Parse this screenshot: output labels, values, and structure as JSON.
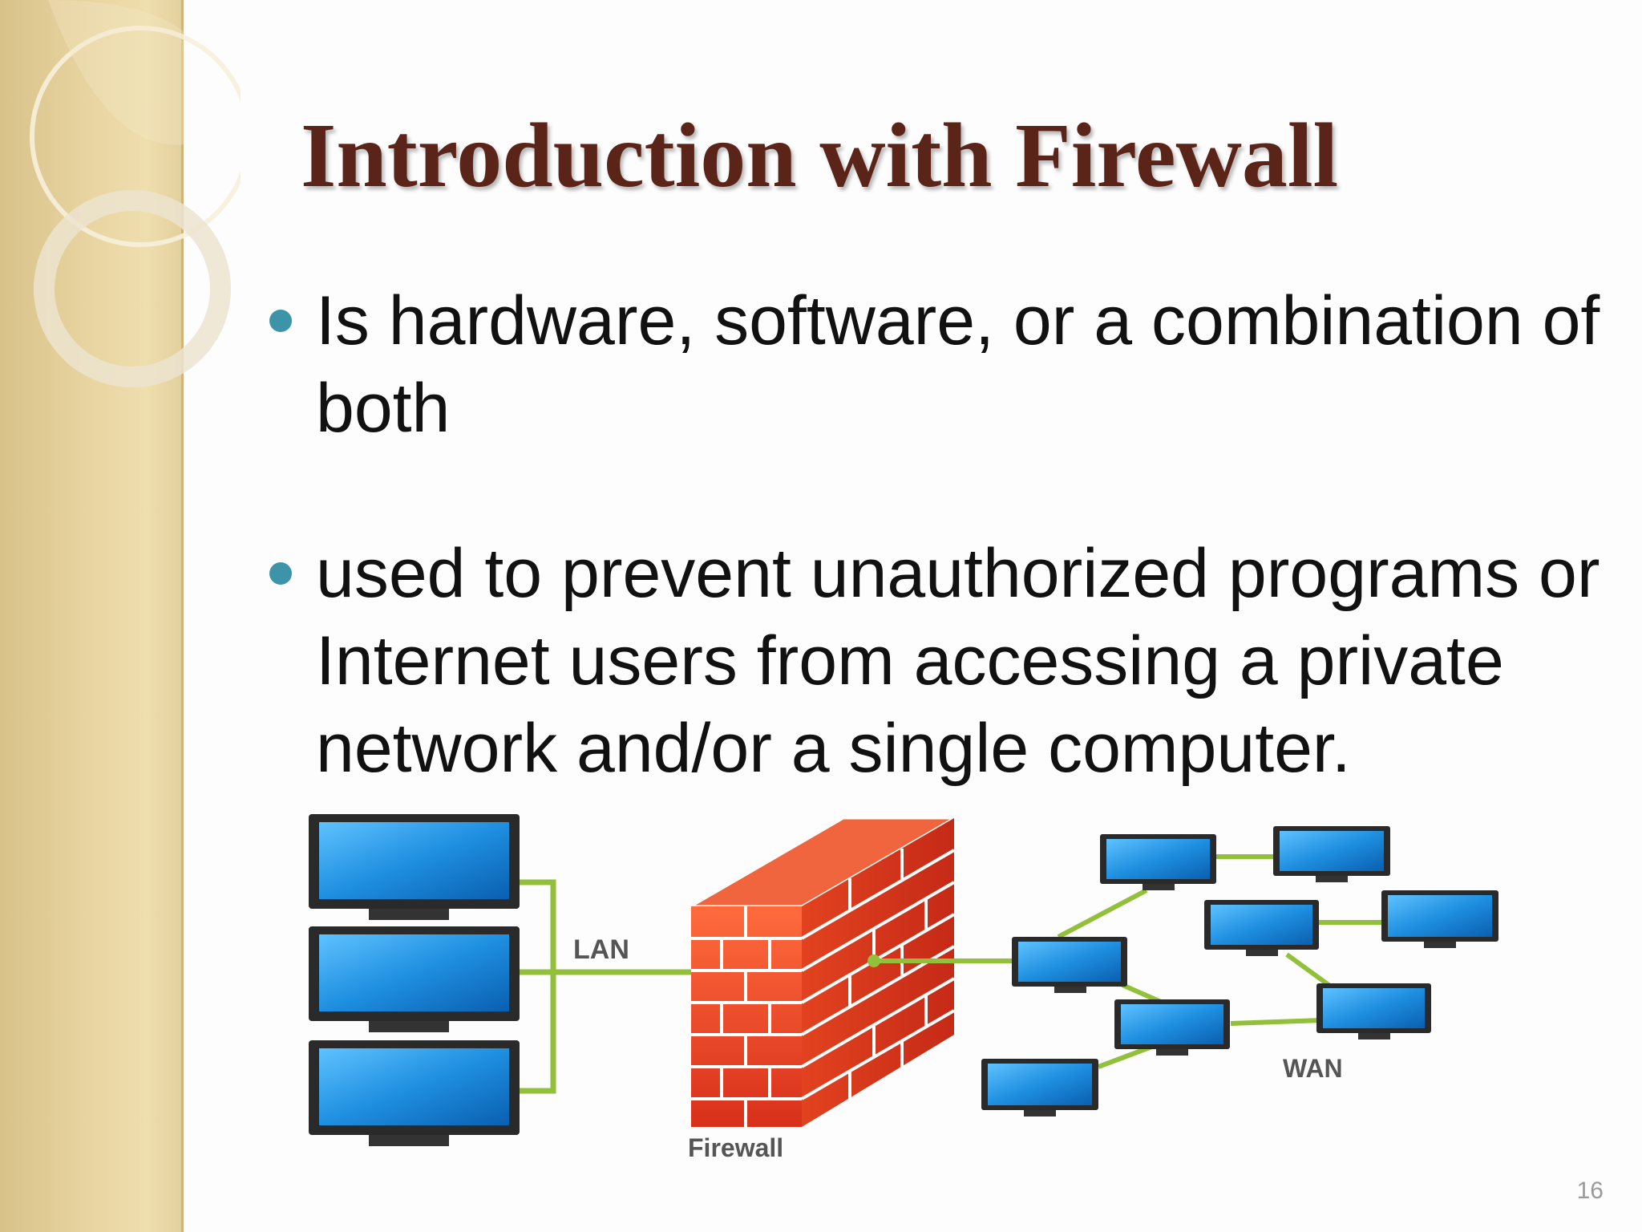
{
  "slide": {
    "title": "Introduction with Firewall",
    "bullets": [
      {
        "text": "Is hardware, software, or a combination of both"
      },
      {
        "text": "used to prevent unauthorized programs or Internet users from accessing a private network and/or a single computer."
      }
    ],
    "page_number": "16"
  },
  "diagram": {
    "labels": {
      "lan": "LAN",
      "firewall": "Firewall",
      "wan": "WAN"
    }
  },
  "colors": {
    "title": "#5a2418",
    "bullet_dot": "#3d93a8",
    "side_band": "#e7d39f",
    "link_line": "#93c03a",
    "brick": "#e8462a",
    "monitor_screen": "#1f8fe0"
  }
}
